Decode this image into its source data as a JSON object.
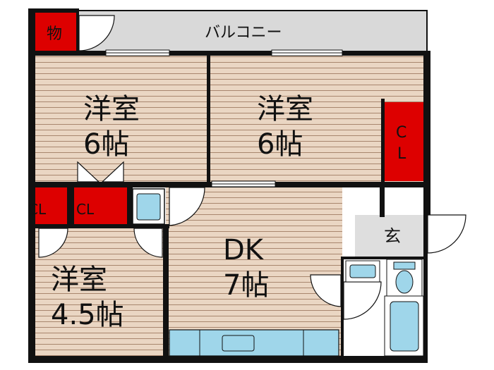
{
  "colors": {
    "wall": "#111111",
    "floor": "#ead6c3",
    "floor_line": "#a8866e",
    "closet": "#dd0000",
    "balcony": "#d9d9d9",
    "entry": "#dedede",
    "fixture": "#9fd6ea"
  },
  "labels": {
    "storage": "物",
    "balcony": "バルコニー",
    "room1_name": "洋室",
    "room1_size": "6帖",
    "room2_name": "洋室",
    "room2_size": "6帖",
    "closet_right_1": "C",
    "closet_right_2": "L",
    "closet_left_outer": "CL",
    "closet_left_inner": "CL",
    "entrance": "玄",
    "dk_name": "DK",
    "dk_size": "7帖",
    "room3_name": "洋室",
    "room3_size": "4.5帖"
  },
  "icons": [
    "door-swing-icon",
    "sliding-window-icon",
    "washing-machine-icon",
    "toilet-icon",
    "sink-icon",
    "bathtub-icon",
    "kitchen-counter-icon"
  ]
}
